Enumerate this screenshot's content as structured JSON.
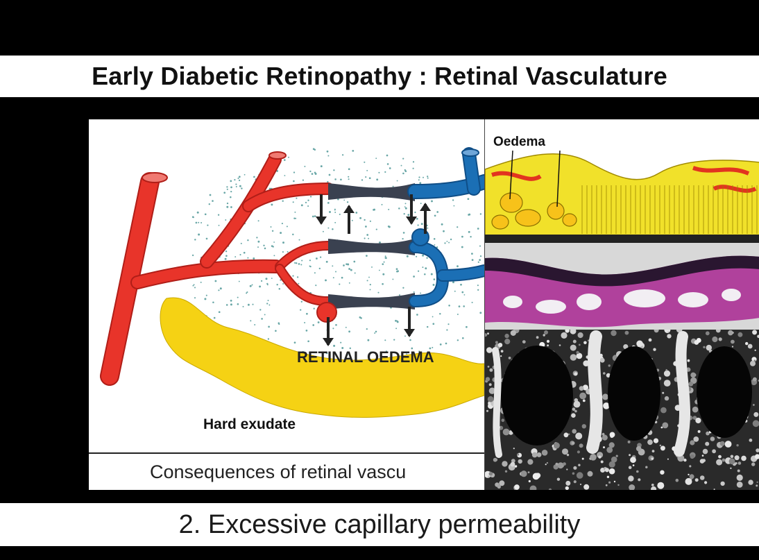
{
  "title": "Early Diabetic Retinopathy : Retinal Vasculature",
  "subtitle": "2.  Excessive capillary permeability",
  "diagram": {
    "label_oedema": "RETINAL OEDEMA",
    "label_exudate": "Hard exudate",
    "colors": {
      "arteriole": "#e8342a",
      "venule": "#1b6fb5",
      "capillary": "#3a4150",
      "exudate": "#f5d214",
      "stipple": "#6aa7a7"
    }
  },
  "caption": "Consequences of retinal vascu",
  "histology": {
    "oedema_label": "Oedema",
    "panels": [
      "illustrated-section",
      "stained-section",
      "electron-micrograph"
    ]
  }
}
